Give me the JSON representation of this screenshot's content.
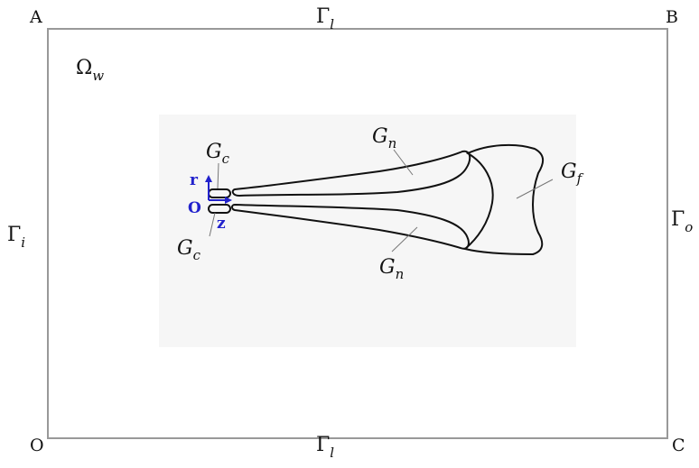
{
  "corners": {
    "top_left": "A",
    "top_right": "B",
    "bottom_left": "O",
    "bottom_right": "C"
  },
  "boundaries": {
    "top": {
      "main": "Γ",
      "sub": "l"
    },
    "bottom": {
      "main": "Γ",
      "sub": "l"
    },
    "left": {
      "main": "Γ",
      "sub": "i"
    },
    "right": {
      "main": "Γ",
      "sub": "o"
    }
  },
  "domain_label": {
    "main": "Ω",
    "sub": "w"
  },
  "regions": {
    "cylinder_upper": {
      "main": "G",
      "sub": "c"
    },
    "cylinder_lower": {
      "main": "G",
      "sub": "c"
    },
    "nozzle_upper": {
      "main": "G",
      "sub": "n"
    },
    "nozzle_lower": {
      "main": "G",
      "sub": "n"
    },
    "fin": {
      "main": "G",
      "sub": "f"
    }
  },
  "axes": {
    "r_label": "r",
    "z_label": "z",
    "origin_label": "O",
    "color": "#2222cc"
  },
  "colors": {
    "frame": "#999999",
    "shape_stroke": "#111111",
    "inner_panel": "#f6f6f6",
    "text": "#111111"
  }
}
